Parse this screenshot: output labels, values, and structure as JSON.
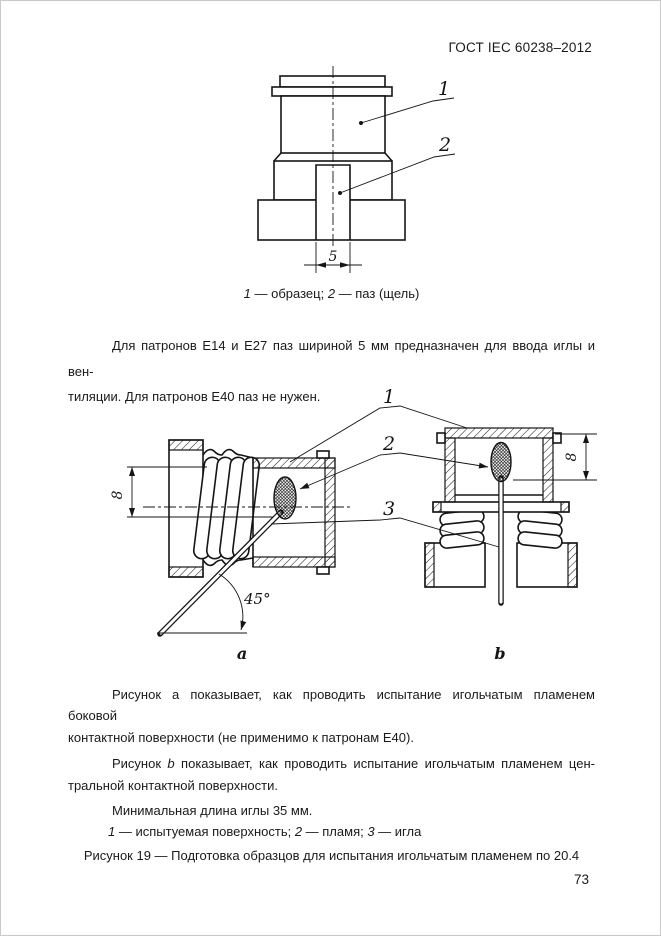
{
  "colors": {
    "ink": "#1a1a1a",
    "paper": "#ffffff"
  },
  "header": {
    "title": "ГОСТ IEC 60238–2012"
  },
  "footer": {
    "page_number": "73"
  },
  "sample_figure": {
    "callout_1": "1",
    "callout_2": "2",
    "dim_slot_width": "5",
    "caption": {
      "n1": "1",
      "t1": " — образец; ",
      "n2": "2",
      "t2": " — паз (щель)"
    }
  },
  "intro_paragraph": {
    "line1": "Для патронов Е14 и Е27 паз шириной 5 мм предназначен для ввода иглы и вен-",
    "line2": "тиляции. Для патронов Е40 паз не нужен."
  },
  "flame_figure": {
    "callout_1": "1",
    "callout_2": "2",
    "callout_3": "3",
    "dim_left": "8",
    "dim_right": "8",
    "angle": "45°",
    "label_a": "a",
    "label_b": "b"
  },
  "description": {
    "p1_line1": "Рисунок а показывает, как проводить испытание игольчатым пламенем боковой",
    "p1_line2": "контактной поверхности (не применимо к патронам Е40).",
    "p2_pre": "Рисунок ",
    "p2_b": "b",
    "p2_line1_rest": " показывает, как проводить испытание игольчатым пламенем цен-",
    "p2_line2": "тральной контактной поверхности.",
    "p3": "Минимальная длина иглы 35 мм.",
    "legend": {
      "n1": "1",
      "t1": " — испытуемая поверхность; ",
      "n2": "2",
      "t2": " — пламя; ",
      "n3": "3",
      "t3": " — игла"
    },
    "figure_caption": "Рисунок 19 — Подготовка образцов для испытания игольчатым пламенем по 20.4"
  }
}
